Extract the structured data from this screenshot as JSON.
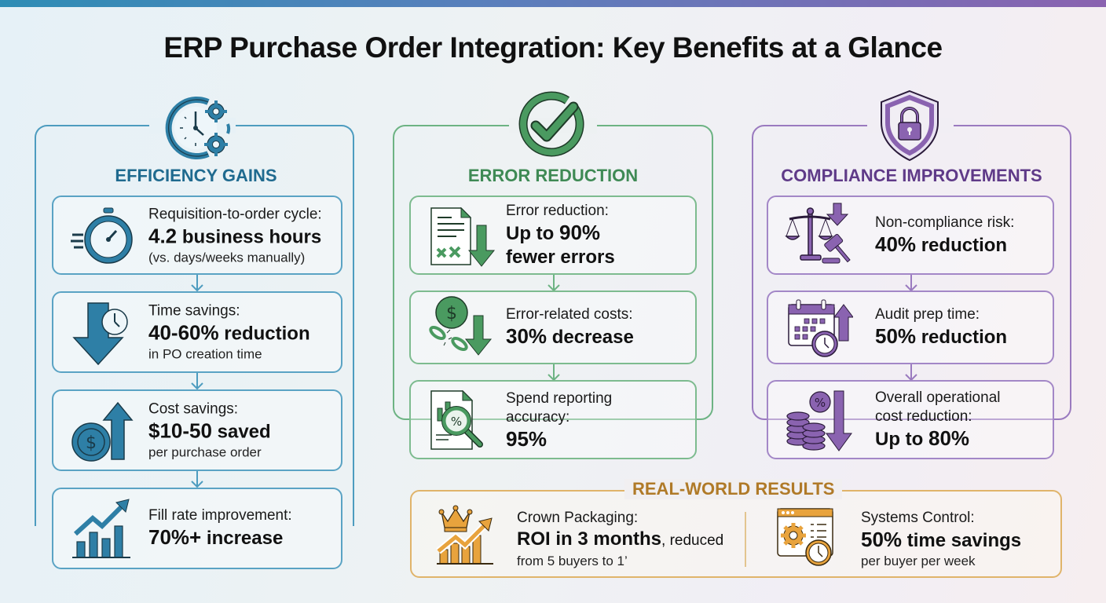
{
  "header": {
    "title": "ERP Purchase Order Integration: Key Benefits at a Glance"
  },
  "colors": {
    "efficiency": "#2e7fa6",
    "efficiency_title": "#1f6a8f",
    "error": "#4a9a60",
    "error_title": "#3f8a55",
    "compliance": "#8a63b0",
    "compliance_title": "#5f3a88",
    "results": "#b07a28"
  },
  "columns": [
    {
      "title": "EFFICIENCY GAINS",
      "icon": "clock-gears-icon",
      "cards": [
        {
          "icon": "stopwatch-icon",
          "label": "Requisition-to-order cycle:",
          "value": "4.2",
          "value_suffix": " business hours",
          "sub": "(vs. days/weeks manually)"
        },
        {
          "icon": "down-arrow-clock-icon",
          "label": "Time savings:",
          "value": "40-60%",
          "value_suffix": " reduction",
          "sub": "in PO creation time"
        },
        {
          "icon": "coin-up-arrow-icon",
          "label": "Cost savings:",
          "value": "$10-50",
          "value_suffix": " saved",
          "sub": "per purchase order"
        },
        {
          "icon": "bar-chart-trend-icon",
          "label": "Fill rate improvement:",
          "value": "70%+",
          "value_suffix": " increase",
          "sub": ""
        }
      ]
    },
    {
      "title": "ERROR REDUCTION",
      "icon": "check-circle-icon",
      "cards": [
        {
          "icon": "document-errors-down-icon",
          "label": "Error reduction:",
          "value_prefix": "Up to ",
          "value": "90%",
          "sub_big": "fewer errors"
        },
        {
          "icon": "broken-chain-dollar-icon",
          "label": "Error-related costs:",
          "value": "30%",
          "value_suffix": " decrease"
        },
        {
          "icon": "report-magnifier-percent-icon",
          "label": "Spend reporting",
          "label2": "accuracy:",
          "value": "95%"
        }
      ]
    },
    {
      "title": "COMPLIANCE IMPROVEMENTS",
      "icon": "shield-lock-icon",
      "cards": [
        {
          "icon": "scales-gavel-icon",
          "label": "Non-compliance risk:",
          "value": "40%",
          "value_suffix": " reduction"
        },
        {
          "icon": "calendar-clock-icon",
          "label": "Audit prep time:",
          "value": "50%",
          "value_suffix": " reduction"
        },
        {
          "icon": "coins-percent-down-icon",
          "label": "Overall operational",
          "label2": "cost reduction:",
          "value_prefix": "Up to ",
          "value": "80%"
        }
      ]
    }
  ],
  "results": {
    "title": "REAL-WORLD RESULTS",
    "items": [
      {
        "icon": "crown-chart-icon",
        "label": "Crown Packaging:",
        "value": "ROI in 3 months",
        "value_suffix": ", reduced",
        "sub": "from 5 buyers to 1’"
      },
      {
        "icon": "window-gear-clock-icon",
        "label": "Systems Control:",
        "value": "50%",
        "value_suffix": " time savings",
        "sub": "per buyer per week"
      }
    ]
  }
}
